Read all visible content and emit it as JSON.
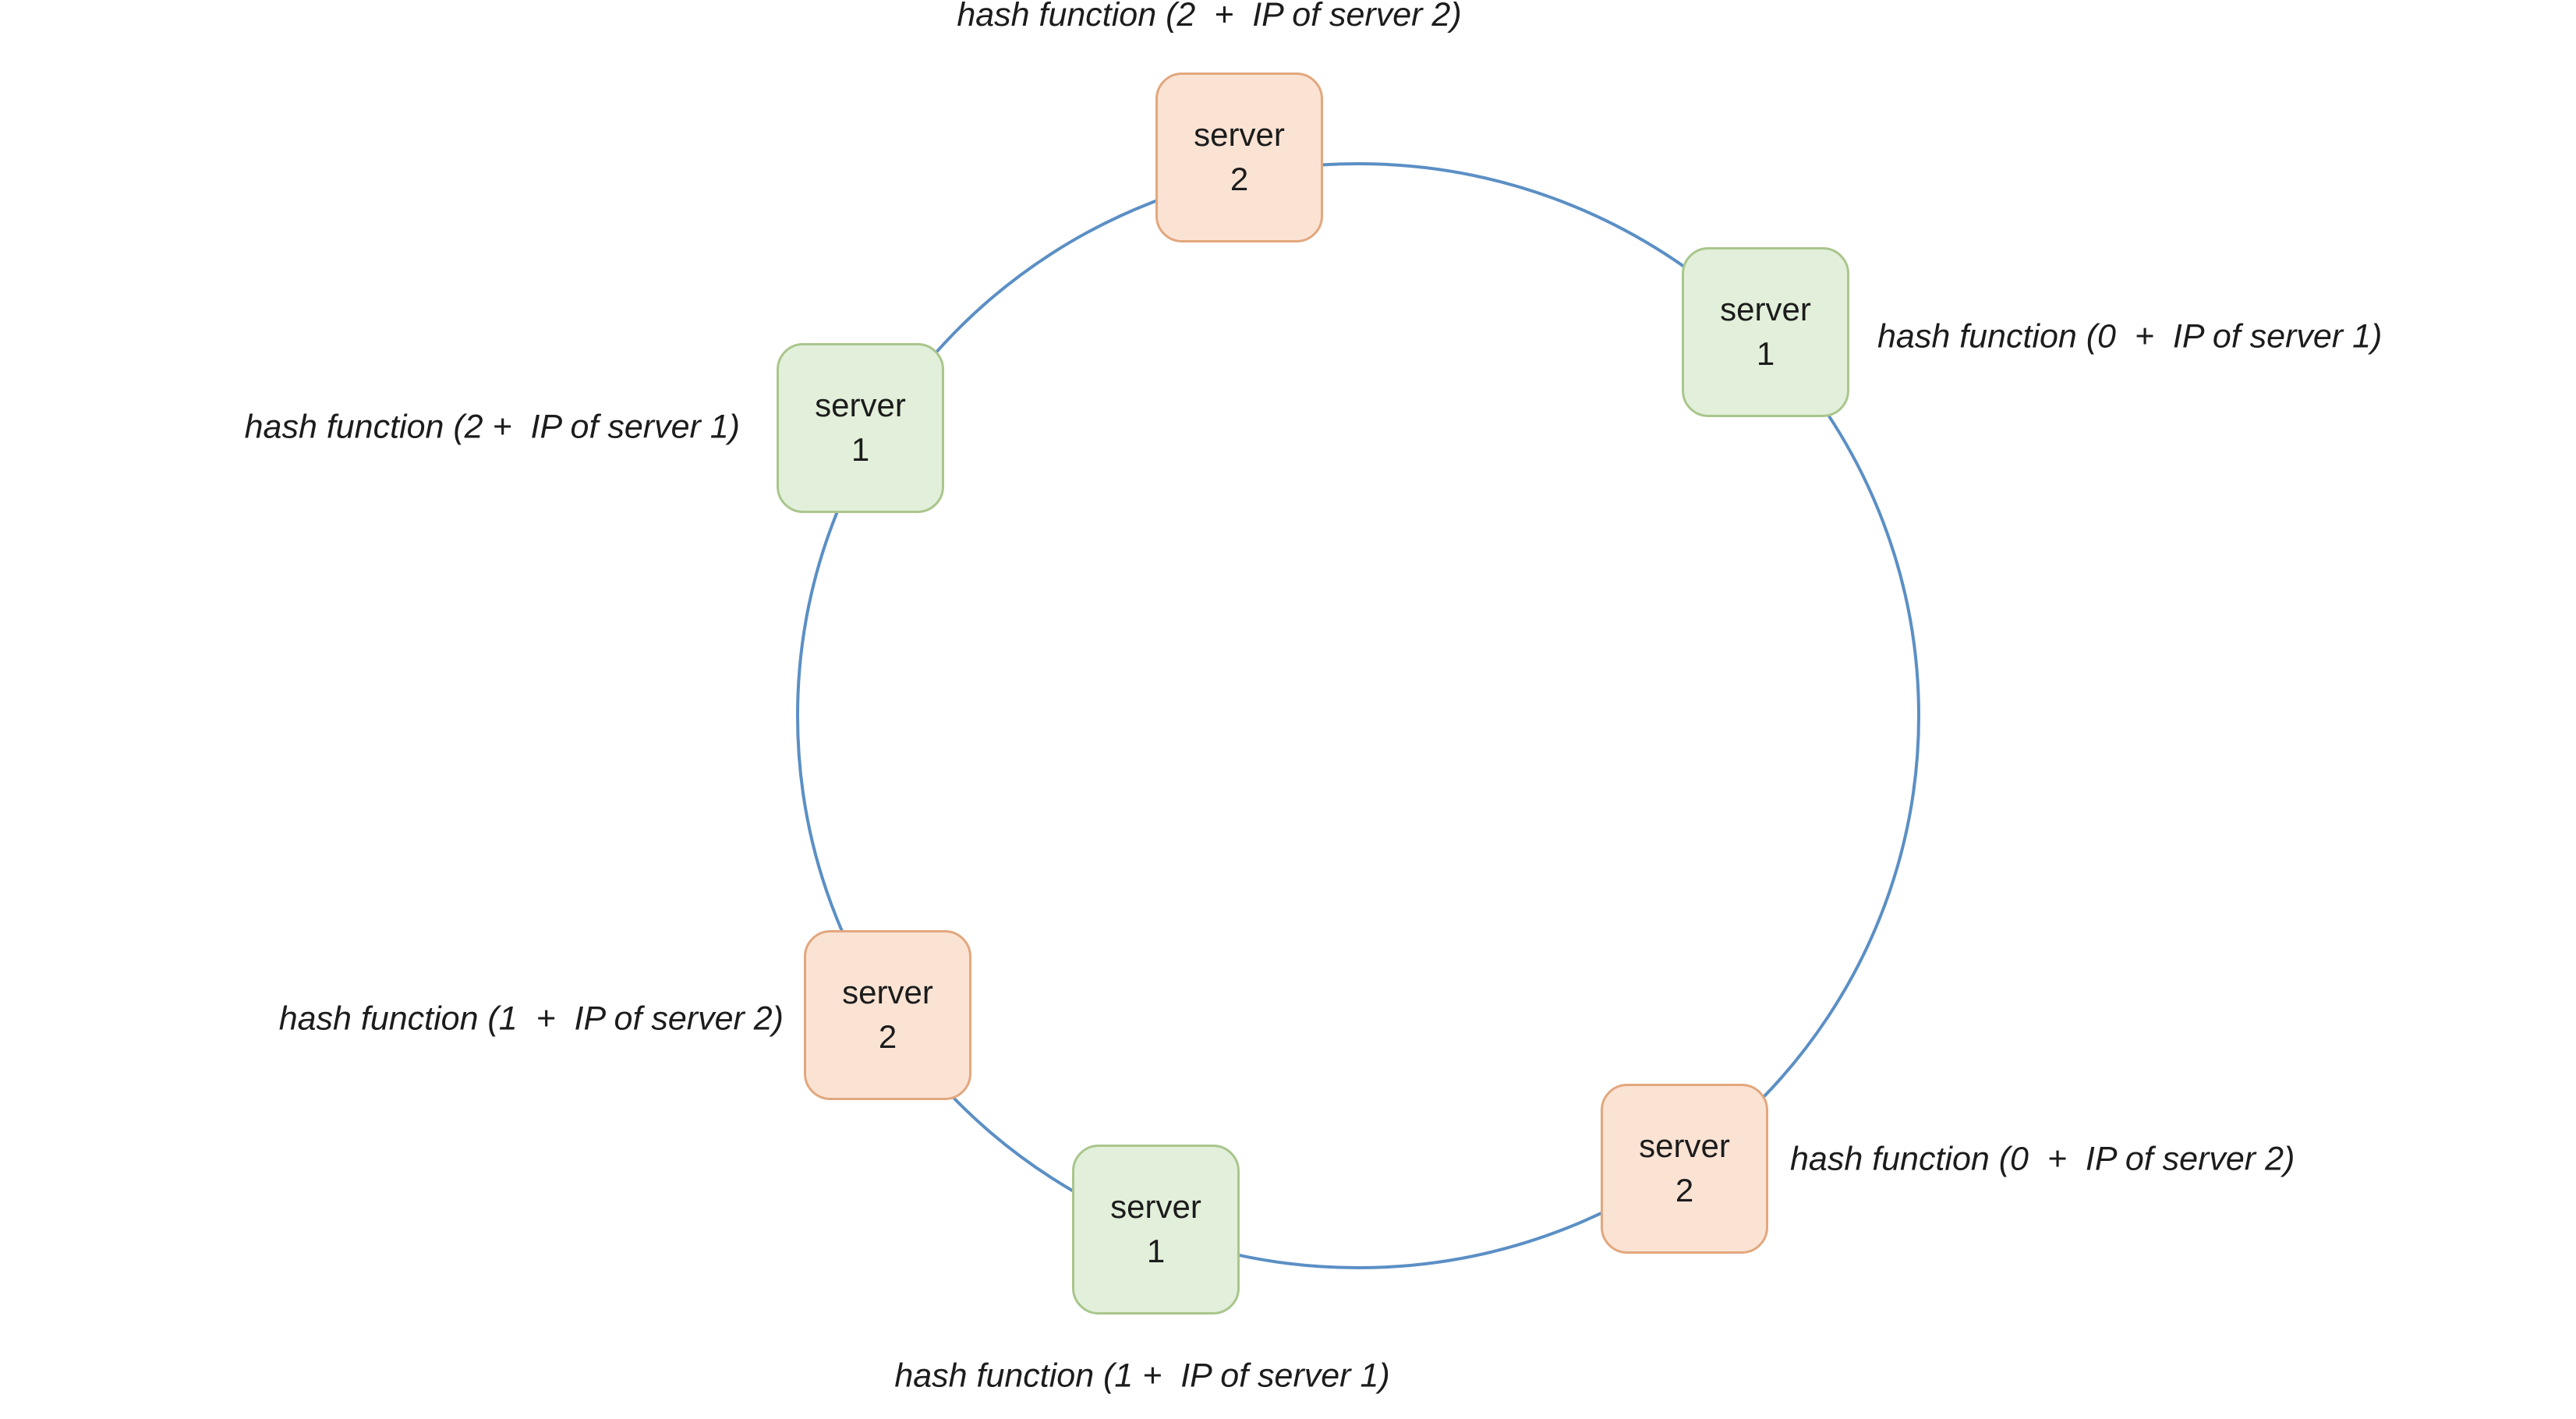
{
  "diagram": {
    "ring": {
      "color": "#5b8fc5"
    },
    "colors": {
      "server1": {
        "fill": "#e2efda",
        "border": "#a9c68c"
      },
      "server2": {
        "fill": "#fbe3d4",
        "border": "#e2a77d"
      }
    },
    "nodes": [
      {
        "name": "server",
        "number": "2",
        "server": "server2",
        "hash_label": "hash function (2  +  IP of server 2)"
      },
      {
        "name": "server",
        "number": "1",
        "server": "server1",
        "hash_label": "hash function (0  +  IP of server 1)"
      },
      {
        "name": "server",
        "number": "1",
        "server": "server1",
        "hash_label": "hash function (2 +  IP of server 1)"
      },
      {
        "name": "server",
        "number": "2",
        "server": "server2",
        "hash_label": "hash function (1  +  IP of server 2)"
      },
      {
        "name": "server",
        "number": "1",
        "server": "server1",
        "hash_label": "hash function (1 +  IP of server 1)"
      },
      {
        "name": "server",
        "number": "2",
        "server": "server2",
        "hash_label": "hash function (0  +  IP of server 2)"
      }
    ]
  }
}
